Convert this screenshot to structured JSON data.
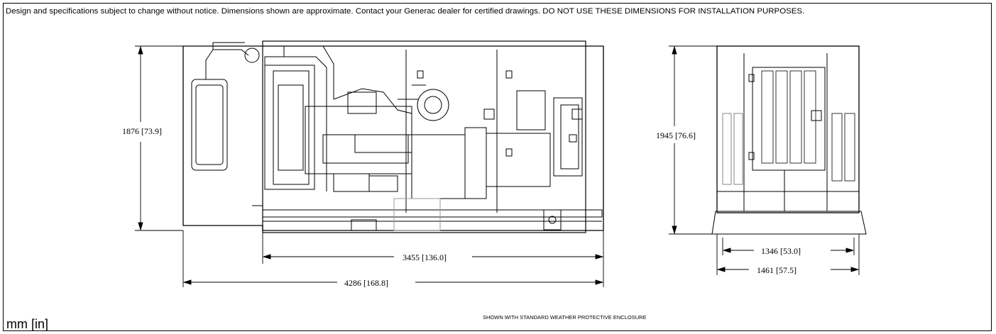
{
  "disclaimer": "Design and specifications subject to change without notice.  Dimensions shown are approximate.  Contact your Generac dealer for certified drawings.  DO NOT USE THESE DIMENSIONS FOR INSTALLATION PURPOSES.",
  "units_note": "mm [in]",
  "caption": "SHOWN WITH STANDARD WEATHER PROTECTIVE ENCLOSURE",
  "dimensions": {
    "side_height": "1876 [73.9]",
    "base_length": "3455 [136.0]",
    "overall_length": "4286 [168.8]",
    "end_height": "1945 [76.6]",
    "end_inner_width": "1346 [53.0]",
    "end_overall_width": "1461 [57.5]"
  }
}
